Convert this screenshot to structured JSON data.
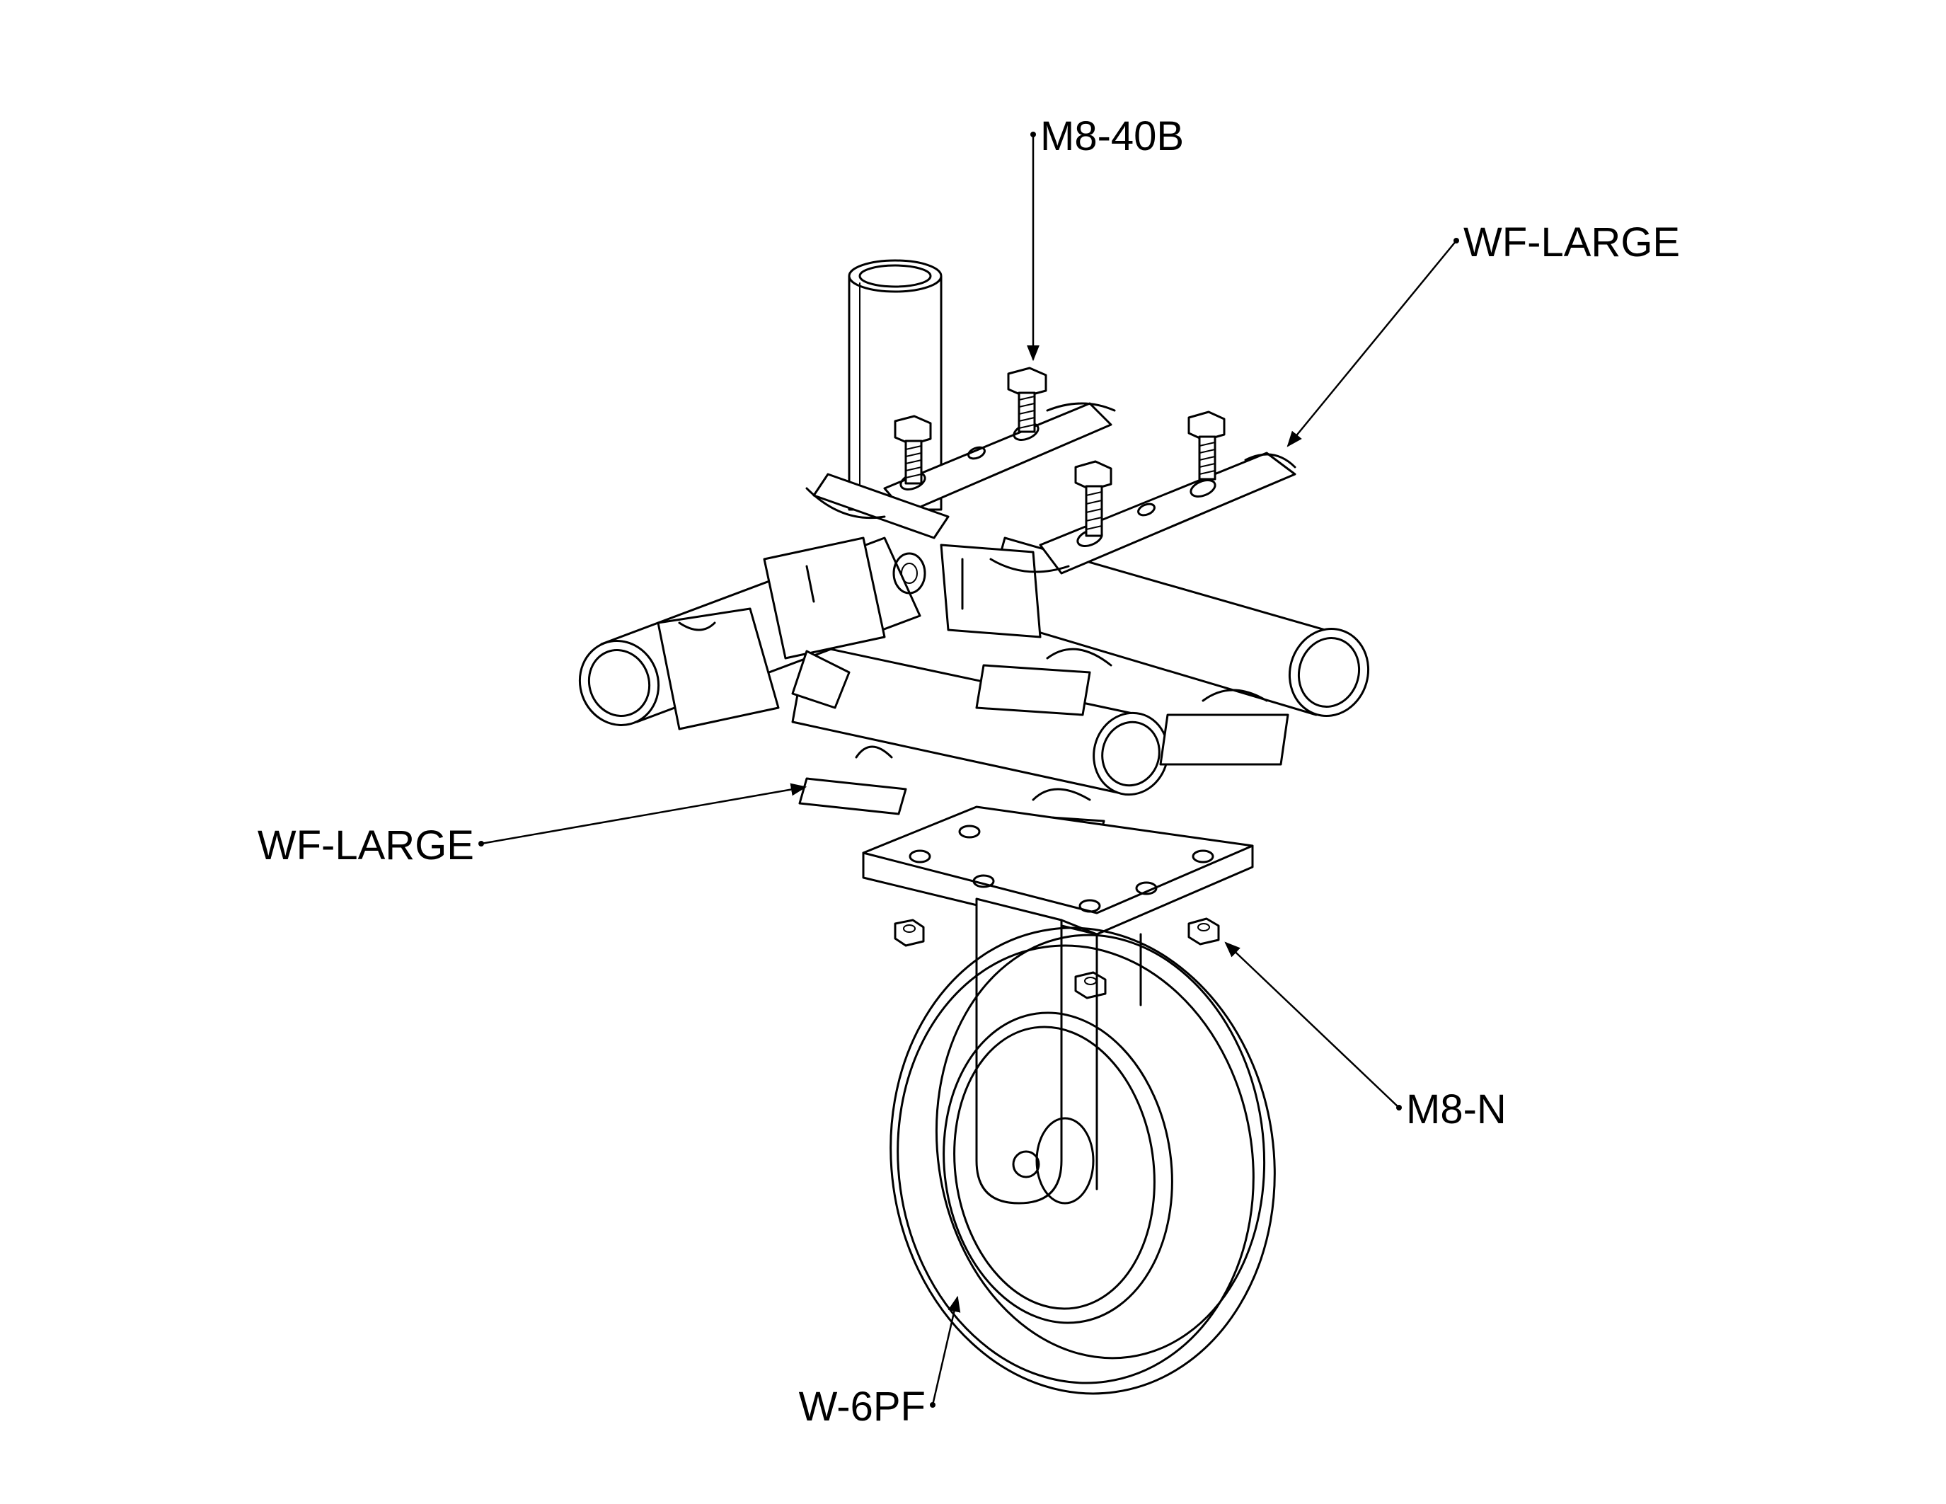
{
  "callouts": [
    {
      "id": "bolt",
      "label": "M8-40B"
    },
    {
      "id": "clamp-top",
      "label": "WF-LARGE"
    },
    {
      "id": "clamp-left",
      "label": "WF-LARGE"
    },
    {
      "id": "nut",
      "label": "M8-N"
    },
    {
      "id": "wheel",
      "label": "W-6PF"
    }
  ],
  "colors": {
    "ink": "#000000",
    "background": "#ffffff"
  }
}
